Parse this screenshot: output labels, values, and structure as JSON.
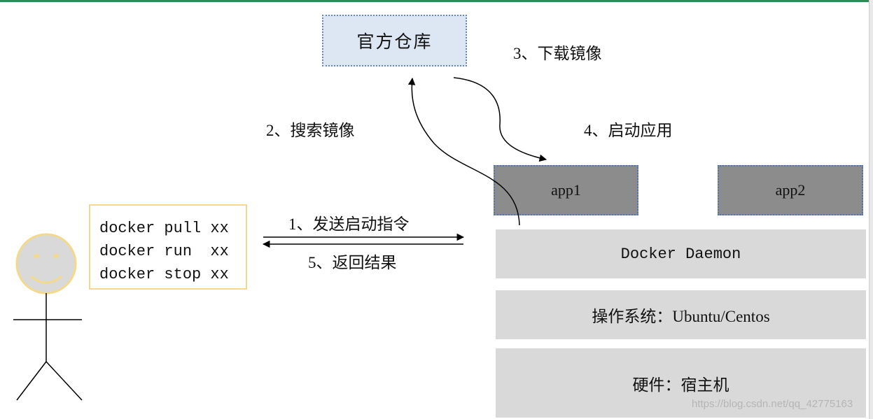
{
  "registry": {
    "label": "官方仓库"
  },
  "steps": {
    "step1": "1、发送启动指令",
    "step2": "2、搜索镜像",
    "step3": "3、下载镜像",
    "step4": "4、启动应用",
    "step5": "5、返回结果"
  },
  "commands": [
    "docker pull xx",
    "docker run  xx",
    "docker stop xx"
  ],
  "apps": [
    "app1",
    "app2"
  ],
  "layers": {
    "daemon": "Docker Daemon",
    "os": "操作系统：Ubuntu/Centos",
    "hardware": "硬件：宿主机"
  },
  "watermark": "https://blog.csdn.net/qq_42775163",
  "colors": {
    "registry_fill": "#dde6f3",
    "app_fill": "#8c8c8c",
    "layer_fill": "#d9d9d9",
    "command_border": "#f2d98c",
    "user_head": "#d9d9d9"
  }
}
